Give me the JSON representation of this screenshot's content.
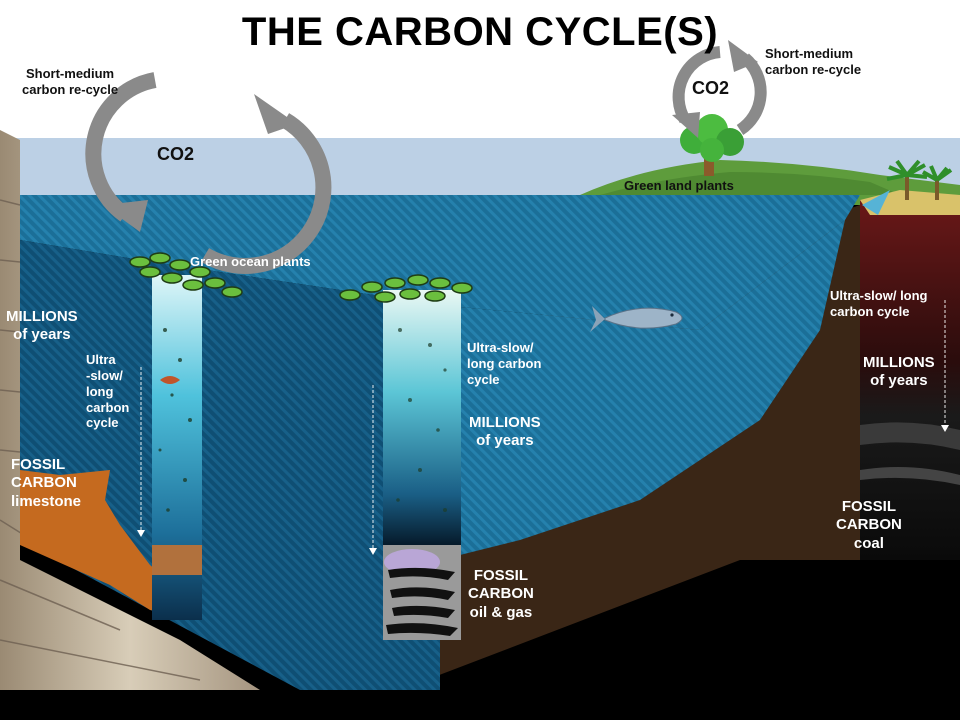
{
  "title": "THE CARBON CYCLE(S)",
  "colors": {
    "sky": "#b9cfe3",
    "ocean": "#1a6f96",
    "seabed": "#3d2718",
    "limestone": "#c56a1f",
    "land": "#5e9c3c"
  },
  "labels": {
    "left_cycle": "Short-medium\ncarbon re-cycle",
    "left_co2": "CO2",
    "right_cycle": "Short-medium\ncarbon re-cycle",
    "right_co2": "CO2",
    "green_land_plants": "Green land plants",
    "green_ocean_plants": "Green ocean plants",
    "left_millions": "MILLIONS\nof years",
    "left_slow_cycle": "Ultra\n-slow/\nlong\ncarbon\ncycle",
    "left_fossil": "FOSSIL\nCARBON\nlimestone",
    "mid_slow_cycle": "Ultra-slow/\nlong carbon\ncycle",
    "mid_millions": "MILLIONS\nof years",
    "mid_fossil": "FOSSIL\nCARBON\noil & gas",
    "right_slow_cycle": "Ultra-slow/ long\ncarbon cycle",
    "right_millions": "MILLIONS\nof years",
    "right_fossil": "FOSSIL\nCARBON\ncoal"
  },
  "icons": {
    "left_cycle_arrows": "circular-arrows-icon",
    "right_cycle_arrows": "circular-arrows-icon",
    "tree": "tree-icon",
    "fish": "fish-icon",
    "plankton": "plankton-icon",
    "palm_trees": "palm-tree-icon"
  }
}
